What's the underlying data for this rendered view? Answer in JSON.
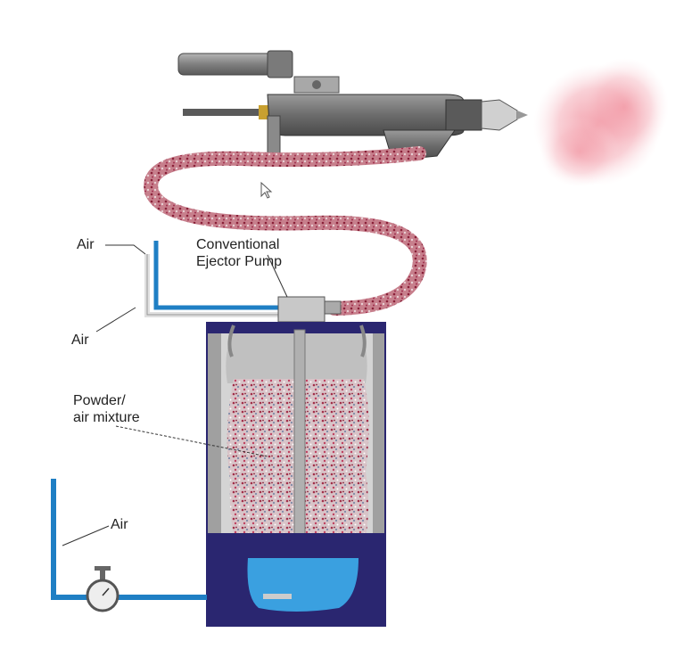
{
  "labels": {
    "air_top": "Air",
    "air_left": "Air",
    "air_bottom": "Air",
    "pump_line1": "Conventional",
    "pump_line2": "Ejector Pump",
    "mix_line1": "Powder/",
    "mix_line2": "air mixture"
  },
  "colors": {
    "hopper_frame": "#2a2670",
    "air_line": "#1f7fc4",
    "fluid_bed": "#3aa0e0",
    "hose": "#b86a78",
    "powder": "#c9a0a8",
    "gun_body": "#6f6f6f",
    "spray_cloud": "#f2b3bd"
  },
  "icons": [
    "gauge-icon",
    "cursor-icon"
  ]
}
